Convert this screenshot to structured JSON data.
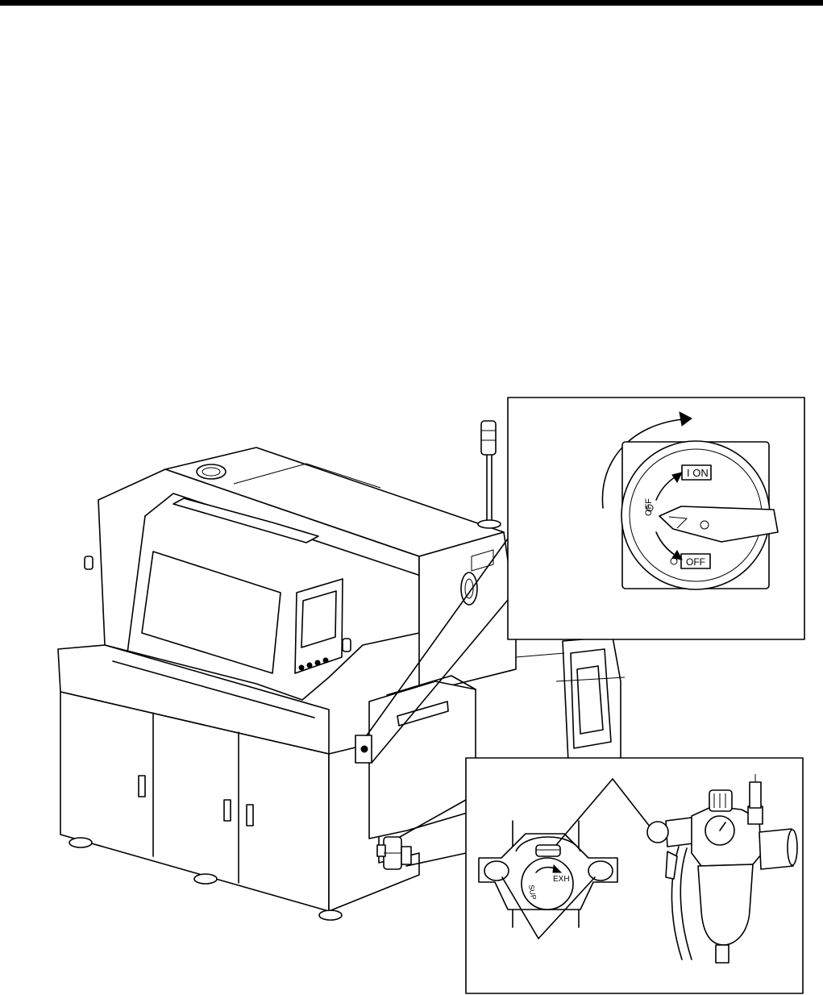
{
  "switch_labels": {
    "on": "I ON",
    "off": "OFF",
    "off_rotated": "OFF"
  },
  "valve_labels": {
    "exh": "EXH",
    "sup": "SUP"
  }
}
